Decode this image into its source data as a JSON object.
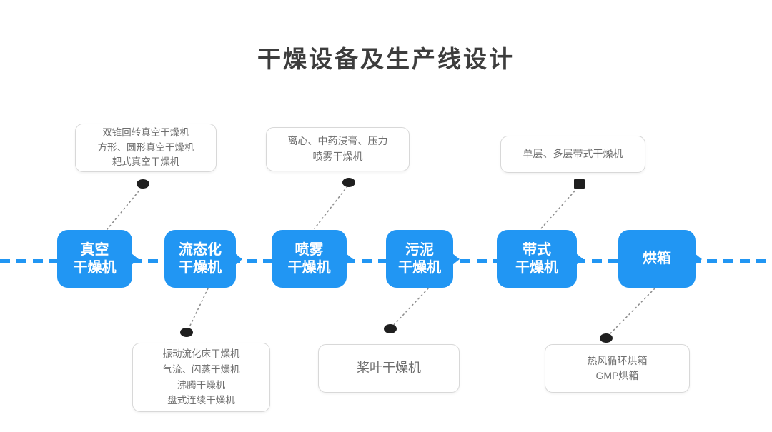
{
  "title": "干燥设备及生产线设计",
  "colors": {
    "accent_blue": "#2196f3",
    "marker_black": "#1f1f1f",
    "callout_text": "#6e6e6e",
    "title_text": "#3d3d3d"
  },
  "timeline": {
    "style": "horizontal-dashed",
    "color": "#2196f3"
  },
  "nodes": [
    {
      "id": "vacuum",
      "label_lines": [
        "真空",
        "干燥机"
      ]
    },
    {
      "id": "fluidized",
      "label_lines": [
        "流态化",
        "干燥机"
      ]
    },
    {
      "id": "spray",
      "label_lines": [
        "喷雾",
        "干燥机"
      ]
    },
    {
      "id": "sludge",
      "label_lines": [
        "污泥",
        "干燥机"
      ]
    },
    {
      "id": "belt",
      "label_lines": [
        "带式",
        "干燥机"
      ]
    },
    {
      "id": "oven",
      "label_lines": [
        "烘箱"
      ]
    }
  ],
  "callouts": [
    {
      "id": "vacuum-types",
      "attached_to": "真空干燥机",
      "position": "above",
      "marker": "dot",
      "lines": [
        "双锥回转真空干燥机",
        "方形、圆形真空干燥机",
        "耙式真空干燥机"
      ]
    },
    {
      "id": "spray-types",
      "attached_to": "喷雾干燥机",
      "position": "above",
      "marker": "dot",
      "lines": [
        "离心、中药浸膏、压力",
        "喷雾干燥机"
      ]
    },
    {
      "id": "belt-types",
      "attached_to": "带式干燥机",
      "position": "above",
      "marker": "square",
      "lines": [
        "单层、多层带式干燥机"
      ]
    },
    {
      "id": "fluidized-types",
      "attached_to": "流态化干燥机",
      "position": "below",
      "marker": "dot",
      "lines": [
        "振动流化床干燥机",
        "气流、闪蒸干燥机",
        "沸腾干燥机",
        "盘式连续干燥机"
      ]
    },
    {
      "id": "sludge-types",
      "attached_to": "污泥干燥机",
      "position": "below",
      "marker": "dot",
      "lines": [
        "桨叶干燥机"
      ]
    },
    {
      "id": "oven-types",
      "attached_to": "烘箱",
      "position": "below",
      "marker": "dot",
      "lines": [
        "热风循环烘箱",
        "GMP烘箱"
      ]
    }
  ]
}
